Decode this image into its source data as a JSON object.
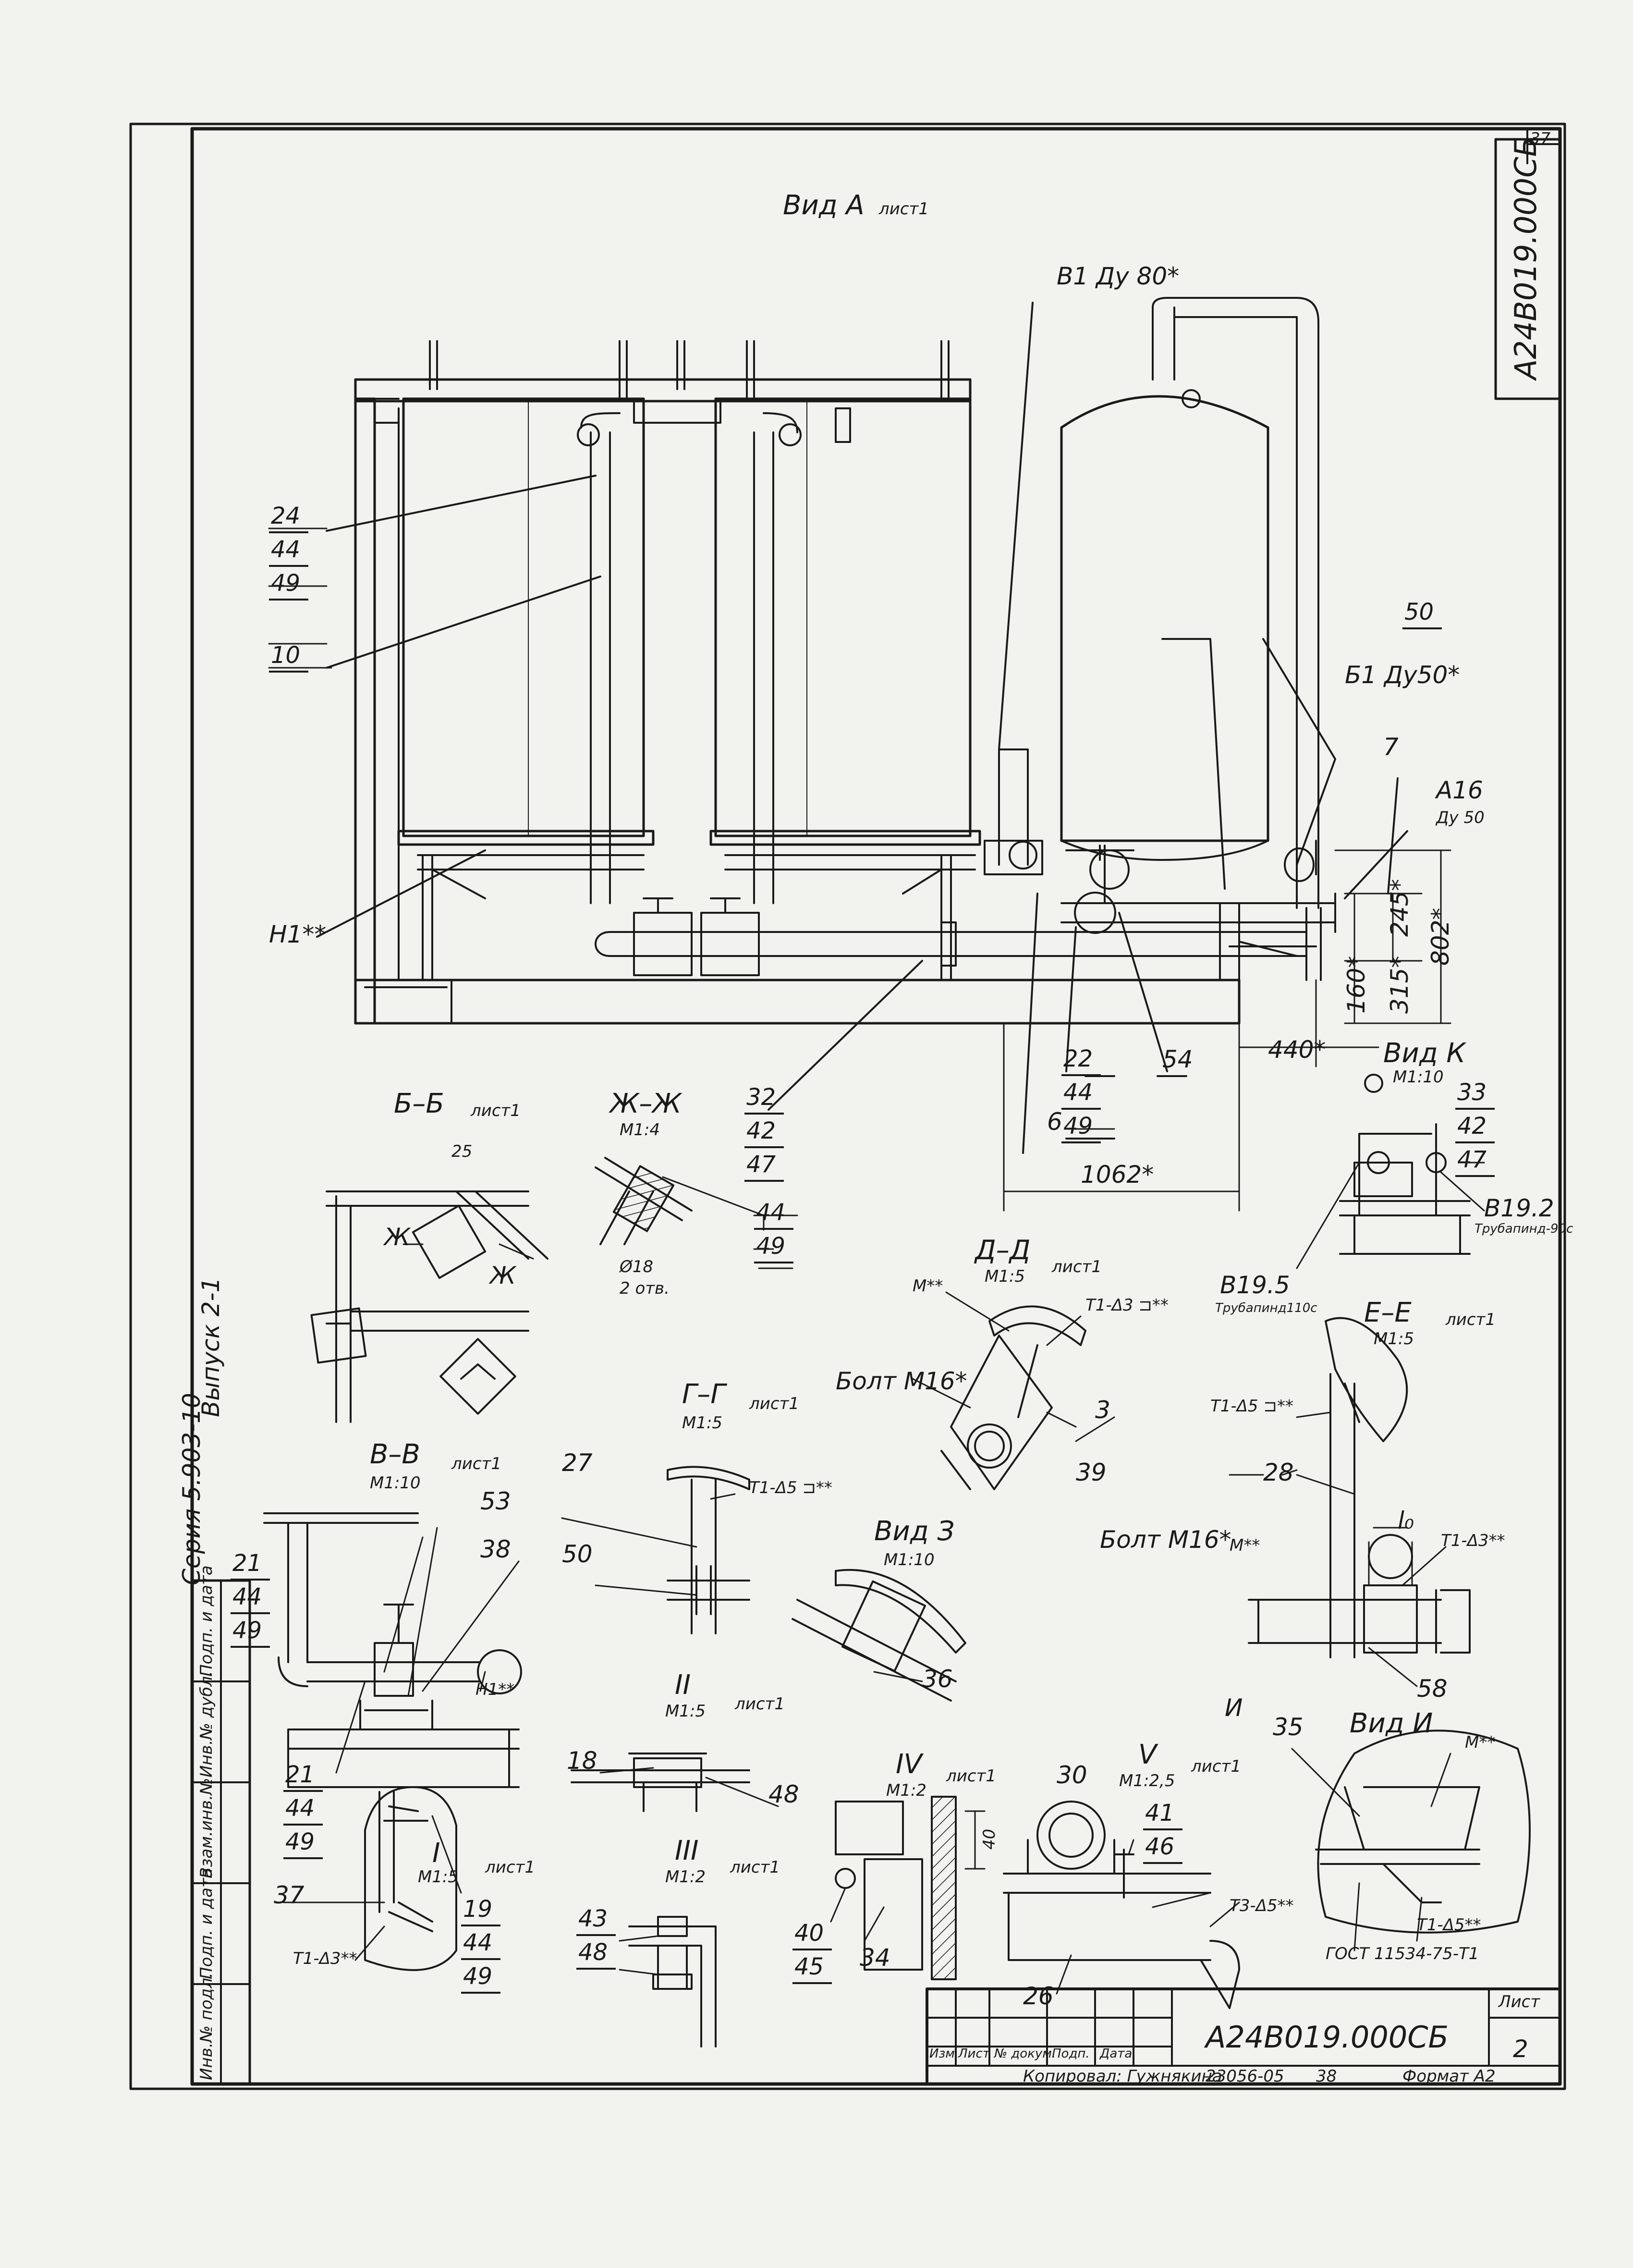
{
  "sheet_number": "37",
  "document_code": "А24В019.000СБ",
  "title_block": {
    "code": "А24В019.000СБ",
    "sheet_label": "Лист",
    "sheet_value": "2",
    "cols": [
      "Изм",
      "Лист",
      "№ докум.",
      "Подп.",
      "Дата"
    ],
    "copied_by": "Копировал: Гужнякина",
    "order_no": "23056-05",
    "order_sub": "38",
    "format": "Формат А2"
  },
  "side_stamp": [
    "Инв.№ подл.",
    "Подп. и дата",
    "Взам.инв.№",
    "Инв.№ дубл.",
    "Подп. и дата"
  ],
  "side_series": "Серия 5.903-10",
  "side_issue": "Выпуск 2-1",
  "views": {
    "vid_a": {
      "title": "Вид А",
      "sheet": "лист1"
    },
    "b_b": {
      "title": "Б–Б",
      "sheet": "лист1"
    },
    "zh_zh": {
      "title": "Ж–Ж",
      "scale": "М1:4"
    },
    "vid_k": {
      "title": "Вид К",
      "scale": "М1:10"
    },
    "d_d": {
      "title": "Д–Д",
      "scale": "М1:5",
      "sheet": "лист1"
    },
    "e_e": {
      "title": "Е–Е",
      "scale": "М1:5",
      "sheet": "лист1"
    },
    "g_g": {
      "title": "Г–Г",
      "scale": "М1:5",
      "sheet": "лист1"
    },
    "v_v": {
      "title": "В–В",
      "scale": "М1:10",
      "sheet": "лист1"
    },
    "vid_z": {
      "title": "Вид З",
      "scale": "М1:10"
    },
    "vid_i": {
      "title": "Вид И"
    },
    "n1": {
      "title": "I",
      "scale": "М1:5",
      "sheet": "лист1"
    },
    "n2": {
      "title": "II",
      "scale": "М1:5",
      "sheet": "лист1"
    },
    "n3": {
      "title": "III",
      "scale": "М1:2",
      "sheet": "лист1"
    },
    "n4": {
      "title": "IV",
      "scale": "М1:2",
      "sheet": "лист1"
    },
    "n5": {
      "title": "V",
      "scale": "М1:2,5",
      "sheet": "лист1"
    }
  },
  "annotations": {
    "v1": "В1 Ду 80*",
    "b1": "Б1 Ду50*",
    "a16": "А16",
    "a16_du": "Ду 50",
    "n1": "Н1**",
    "n1b": "Н1**",
    "i_arrow": "И",
    "dim_1062": "1062*",
    "dim_440": "440*",
    "dim_802": "802*",
    "dim_245": "245*",
    "dim_315": "315*",
    "dim_160": "160*",
    "dim_25": "25",
    "dim_40": "40",
    "dim_l0": "l₀",
    "zh_holes": "Ø18",
    "zh_holes2": "2 отв.",
    "zh_mark": "Ж",
    "zh_mark2": "Ж",
    "b19_5": "В19.5",
    "b19_5_sub": "Трубапинд110с",
    "b19_2": "В19.2",
    "b19_2_sub": "Трубапинд-90с",
    "bolt_d": "Болт М16*",
    "bolt_e": "Болт М16*",
    "t1_d": "Т1-Δ3 ⊐**",
    "t1_e1": "Т1-Δ5 ⊐**",
    "t1_e2": "Т1-Δ3**",
    "t1_g": "Т1-Δ5 ⊐**",
    "t1_i": "Т1-Δ5**",
    "t1_n1": "Т1-Δ3**",
    "t3_v": "Т3-Δ5**",
    "m_d": "М**",
    "m_e": "М**",
    "m_i": "М**",
    "gost": "ГОСТ 11534-75-Т1"
  },
  "positions": {
    "p24": "24",
    "p44a": "44",
    "p49a": "49",
    "p10": "10",
    "p50": "50",
    "p7": "7",
    "p22": "22",
    "p44b": "44",
    "p49b": "49",
    "p54": "54",
    "p6": "6",
    "p32": "32",
    "p42a": "42",
    "p47a": "47",
    "p33": "33",
    "p42b": "42",
    "p47b": "47",
    "p44c": "44",
    "p49c": "49",
    "p3": "3",
    "p39": "39",
    "p28": "28",
    "p58": "58",
    "p27": "27",
    "p50b": "50",
    "p53": "53",
    "p38": "38",
    "p21a": "21",
    "p44d": "44",
    "p49d": "49",
    "p21b": "21",
    "p44e": "44",
    "p49e": "49",
    "p36": "36",
    "p18": "18",
    "p48a": "48",
    "p43": "43",
    "p48b": "48",
    "p30": "30",
    "p41": "41",
    "p46": "46",
    "p40": "40",
    "p45": "45",
    "p34": "34",
    "p26": "26",
    "p35": "35",
    "p37": "37",
    "p19": "19",
    "p44f": "44",
    "p49f": "49"
  }
}
